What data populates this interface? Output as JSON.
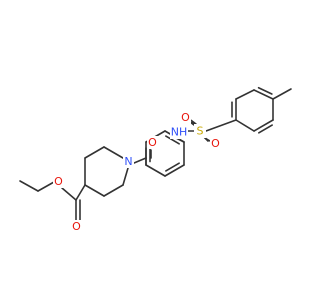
{
  "molecule": {
    "bond_color": "#333333",
    "atoms": [
      {
        "id": "s1",
        "label": "S",
        "color": "#c8a800"
      },
      {
        "id": "o1",
        "label": "O",
        "color": "#e8170d"
      },
      {
        "id": "o2",
        "label": "O",
        "color": "#e8170d"
      },
      {
        "id": "nh",
        "label": "NH",
        "color": "#3050f8"
      },
      {
        "id": "o3",
        "label": "O",
        "color": "#e8170d"
      },
      {
        "id": "n1",
        "label": "N",
        "color": "#3050f8"
      },
      {
        "id": "o4",
        "label": "O",
        "color": "#e8170d"
      },
      {
        "id": "o5",
        "label": "O",
        "color": "#e8170d"
      }
    ]
  }
}
